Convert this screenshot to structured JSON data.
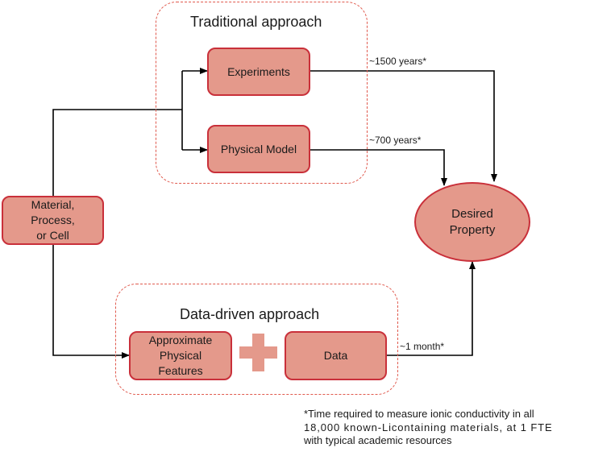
{
  "regions": {
    "traditional_title": "Traditional approach",
    "data_driven_title": "Data-driven approach"
  },
  "nodes": {
    "experiments": "Experiments",
    "physical_model": "Physical Model",
    "material": "Material,\nProcess,\nor Cell",
    "desired_property": "Desired\nProperty",
    "approx_features": "Approximate\nPhysical\nFeatures",
    "data": "Data"
  },
  "edge_labels": {
    "experiments_time": "~1500 years*",
    "physical_model_time": "~700 years*",
    "data_driven_time": "~1 month*"
  },
  "footnote": {
    "line1": "*Time required to measure ionic conductivity in all",
    "line2": "18,000 known-Licontaining materials, at 1 FTE",
    "line3": "with typical academic resources"
  },
  "colors": {
    "node_fill": "#e4998b",
    "node_border": "#c9303a",
    "dashed_border": "#e05a4e",
    "arrow": "#000000"
  }
}
